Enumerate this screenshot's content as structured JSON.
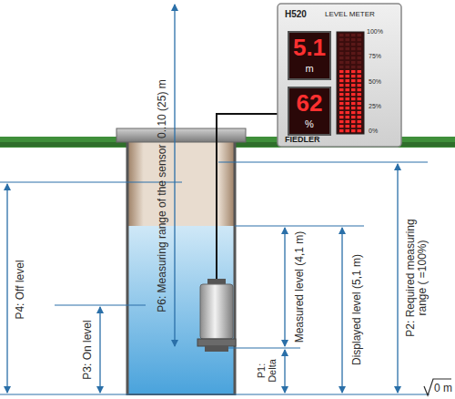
{
  "diagram": {
    "nodes": [
      {
        "text": [
          "H520",
          "LEVEL METER",
          "FIEDLER"
        ]
      },
      {
        "text": [
          "5.1",
          "m"
        ],
        "in": 0
      },
      {
        "text": [
          "62",
          "%"
        ],
        "in": 0
      }
    ],
    "labels": [
      "100%",
      "75%",
      "50%",
      "25%",
      "0%",
      "P6: Measuring range of the sensor  0..10 (25) m",
      "P4: Off level",
      "P3: On level",
      "Measured level (4,1 m)",
      "Displayed level (5,1 m)",
      "P1: Delta",
      "P2: Required measuring range ( =100%)",
      "0 m"
    ]
  }
}
